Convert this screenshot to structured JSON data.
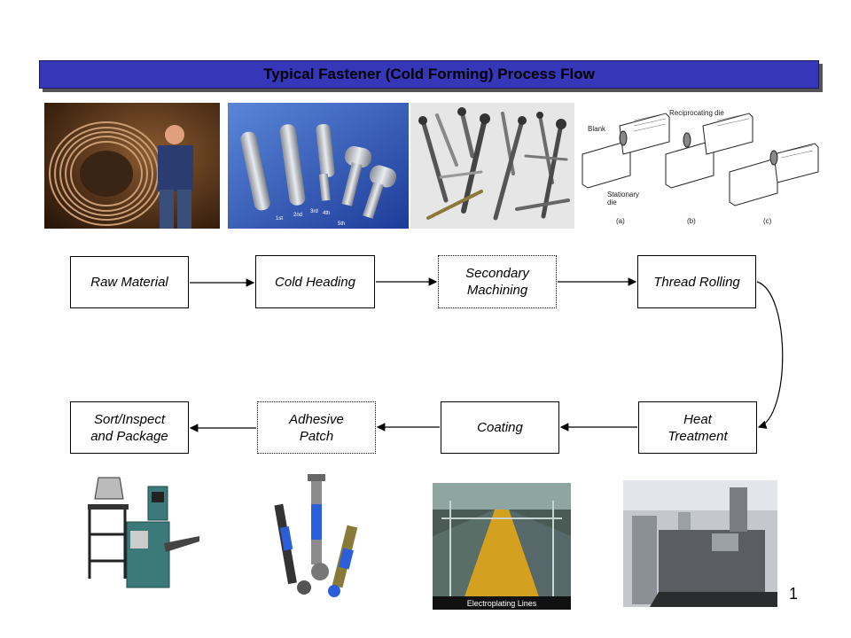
{
  "title": "Typical Fastener (Cold Forming) Process Flow",
  "page_number": "1",
  "process_steps": [
    {
      "id": "raw-material",
      "label": "Raw Material"
    },
    {
      "id": "cold-heading",
      "label": "Cold Heading"
    },
    {
      "id": "secondary-machining",
      "label": "Secondary\nMachining"
    },
    {
      "id": "thread-rolling",
      "label": "Thread Rolling"
    },
    {
      "id": "heat-treatment",
      "label": "Heat\nTreatment"
    },
    {
      "id": "coating",
      "label": "Coating"
    },
    {
      "id": "adhesive-patch",
      "label": "Adhesive\nPatch"
    },
    {
      "id": "sort-inspect",
      "label": "Sort/Inspect\nand Package"
    }
  ],
  "photo_labels": {
    "heading_stages": [
      "1st",
      "2nd",
      "3rd",
      "4th",
      "5th"
    ],
    "rolling_die": {
      "blank": "Blank",
      "reciprocating": "Reciprocating die",
      "stationary": "Stationary\ndie",
      "a": "(a)",
      "b": "(b)",
      "c": "(c)"
    },
    "electroplating": "Electroplating Lines"
  },
  "colors": {
    "title_bar": "#3636b8",
    "arrow": "#000000"
  }
}
